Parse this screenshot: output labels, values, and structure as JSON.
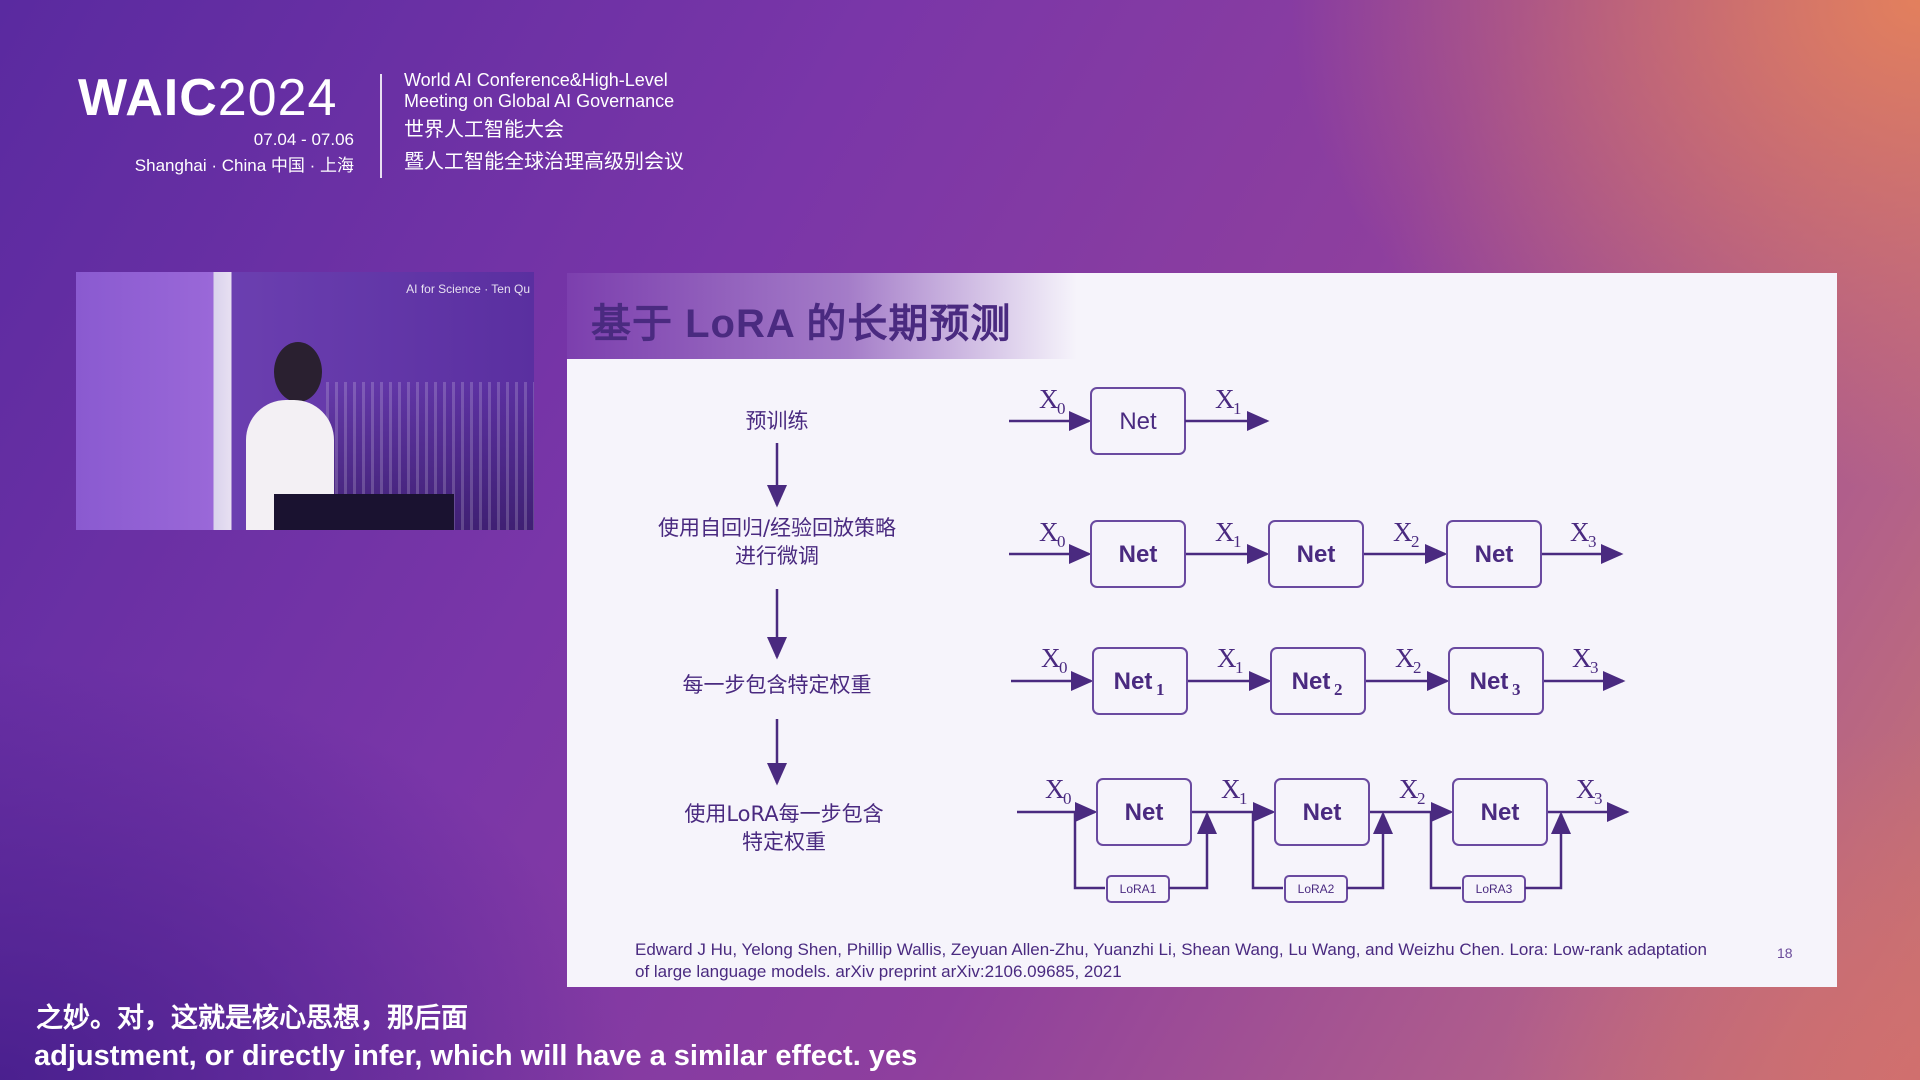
{
  "header": {
    "logo_main": "WAIC",
    "logo_year": "2024",
    "dates": "07.04 - 07.06",
    "location": "Shanghai · China  中国 · 上海",
    "conf_en_line1": "World AI Conference&High-Level",
    "conf_en_line2": "Meeting on Global AI Governance",
    "conf_cn_line1": "世界人工智能大会",
    "conf_cn_line2": "暨人工智能全球治理高级别会议"
  },
  "video": {
    "stage_text": "AI for Science · Ten Qu"
  },
  "slide": {
    "title": "基于 LoRA 的长期预测",
    "steps": [
      {
        "line1": "预训练",
        "line2": ""
      },
      {
        "line1": "使用自回归/经验回放策略",
        "line2": "进行微调"
      },
      {
        "line1": "每一步包含特定权重",
        "line2": ""
      },
      {
        "line1": "使用LoRA每一步包含",
        "line2": "特定权重"
      }
    ],
    "row1": {
      "net": "Net",
      "x_labels": [
        "X",
        "X"
      ],
      "x_subs": [
        "0",
        "1"
      ]
    },
    "row2": {
      "nets": [
        "Net",
        "Net",
        "Net"
      ],
      "x_labels": [
        "X",
        "X",
        "X",
        "X"
      ],
      "x_subs": [
        "0",
        "1",
        "2",
        "3"
      ]
    },
    "row3": {
      "nets": [
        "Net",
        "Net",
        "Net"
      ],
      "net_subs": [
        "1",
        "2",
        "3"
      ],
      "x_labels": [
        "X",
        "X",
        "X",
        "X"
      ],
      "x_subs": [
        "0",
        "1",
        "2",
        "3"
      ]
    },
    "row4": {
      "nets": [
        "Net",
        "Net",
        "Net"
      ],
      "loras": [
        "LoRA1",
        "LoRA2",
        "LoRA3"
      ],
      "x_labels": [
        "X",
        "X",
        "X",
        "X"
      ],
      "x_subs": [
        "0",
        "1",
        "2",
        "3"
      ]
    },
    "citation": "Edward J Hu, Yelong Shen, Phillip Wallis, Zeyuan Allen-Zhu, Yuanzhi Li, Shean Wang, Lu Wang, and Weizhu Chen. Lora: Low-rank adaptation of large language models. arXiv preprint arXiv:2106.09685, 2021",
    "page_number": "18"
  },
  "subtitles": {
    "cn": "之妙。对，这就是核心思想，那后面",
    "en": "adjustment, or directly infer, which will have a similar effect. yes"
  }
}
